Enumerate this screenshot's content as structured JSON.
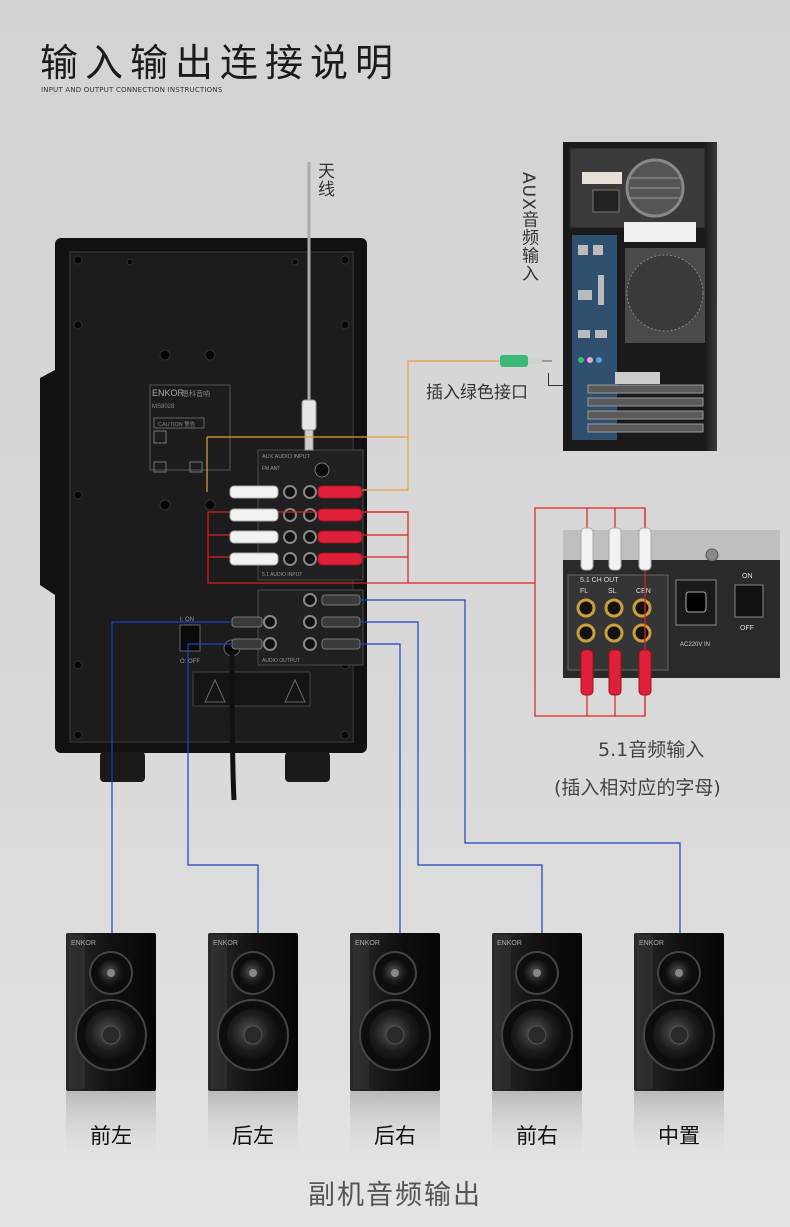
{
  "header": {
    "title": "输入输出连接说明",
    "subtitle": "INPUT AND OUTPUT CONNECTION INSTRUCTIONS"
  },
  "labels": {
    "antenna": "天线",
    "aux_input": "AUX音频输入",
    "green_jack": "插入绿色接口",
    "input_51": "5.1音频输入",
    "input_51_note": "(插入相对应的字母)"
  },
  "subwoofer_panel": {
    "brand": "ENKOR",
    "brand_cn": "恩科音响",
    "model": "MS8028",
    "caution": "CAUTION 警告",
    "aux_section": "AUX AUDIO INPUT",
    "fm_ant": "FM ANT",
    "section_51": "5.1 AUDIO INPUT",
    "output_section": "AUDIO OUTPUT",
    "power_on": "I: ON",
    "power_off": "O: OFF"
  },
  "dvd_panel": {
    "ch_out": "5.1 CH OUT",
    "fl": "FL",
    "sl": "SL",
    "cen": "CEN",
    "on": "ON",
    "off": "OFF",
    "ac": "AC220V IN"
  },
  "speakers": [
    {
      "label": "前左",
      "brand": "ENKOR"
    },
    {
      "label": "后左",
      "brand": "ENKOR"
    },
    {
      "label": "后右",
      "brand": "ENKOR"
    },
    {
      "label": "前右",
      "brand": "ENKOR"
    },
    {
      "label": "中置",
      "brand": "ENKOR"
    }
  ],
  "footer": "副机音频输出",
  "colors": {
    "aux_wire": "#e8a03a",
    "input_wire": "#e02020",
    "output_wire": "#2040c0",
    "green_plug": "#3cb878",
    "rca_red": "#e0203a",
    "rca_white": "#f2f2f2"
  }
}
